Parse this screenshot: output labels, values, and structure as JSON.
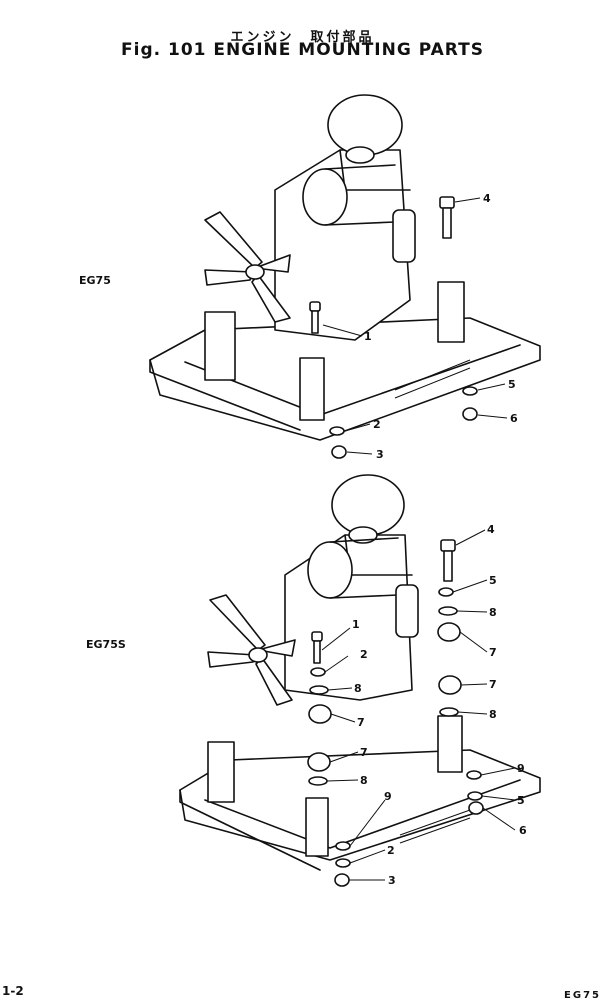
{
  "header": {
    "japanese_title": "エンジン　取付部品",
    "figure_title": "Fig. 101  ENGINE MOUNTING PARTS"
  },
  "diagrams": [
    {
      "model": "EG75",
      "callouts": [
        "1",
        "2",
        "3",
        "4",
        "5",
        "6"
      ]
    },
    {
      "model": "EG75S",
      "callouts": [
        "1",
        "2",
        "3",
        "4",
        "5",
        "6",
        "7",
        "7",
        "7",
        "7",
        "8",
        "8",
        "8",
        "8",
        "9",
        "9"
      ]
    }
  ],
  "footer": {
    "page_number": "1-2",
    "model_code": "EG75"
  }
}
